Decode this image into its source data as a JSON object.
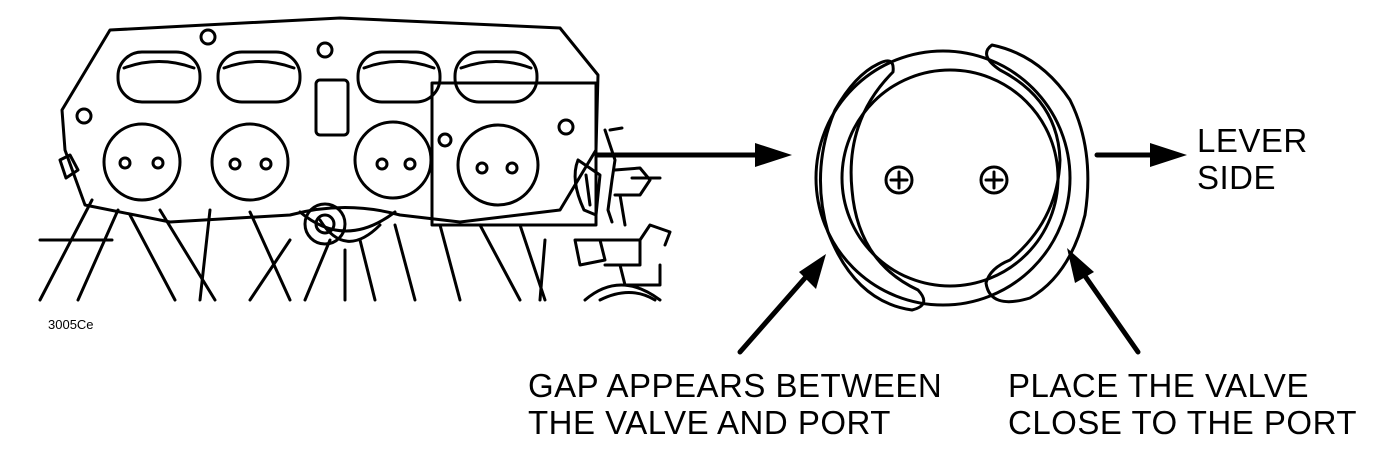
{
  "figure_code": "3005Ce",
  "labels": {
    "lever_side": [
      "LEVER",
      "SIDE"
    ],
    "gap": [
      "GAP APPEARS BETWEEN",
      "THE VALVE AND PORT"
    ],
    "place": [
      "PLACE THE VALVE",
      "CLOSE TO THE PORT"
    ]
  }
}
